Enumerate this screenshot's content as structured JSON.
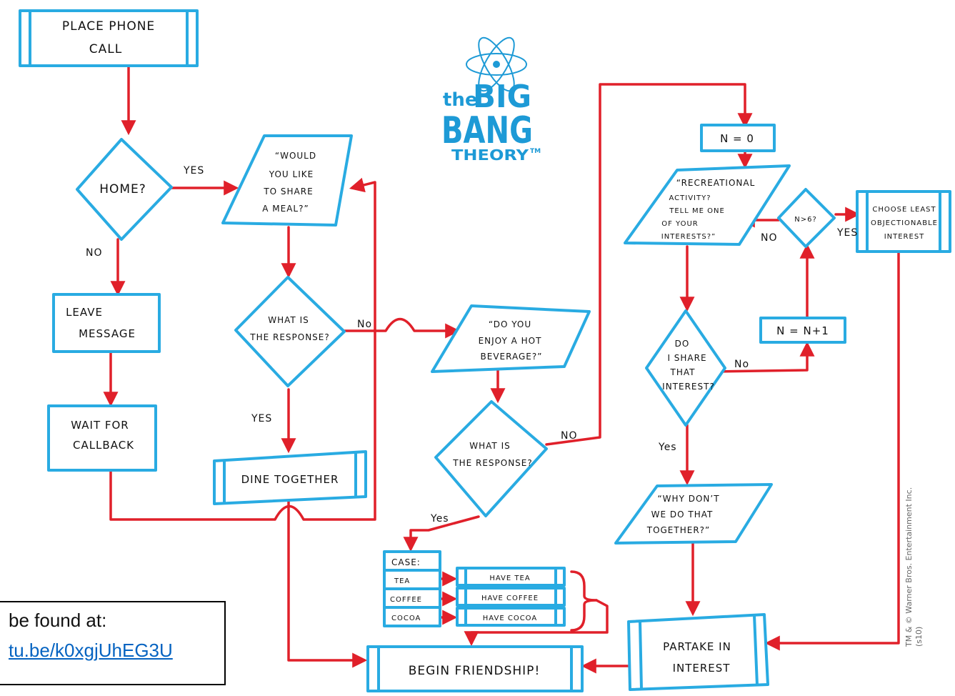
{
  "nodes": {
    "place_call": [
      "PLACE PHONE",
      "CALL"
    ],
    "home": "HOME?",
    "share_meal": [
      "“WOULD",
      "YOU LIKE",
      "TO SHARE",
      "A MEAL?”"
    ],
    "leave_msg": [
      "LEAVE",
      "MESSAGE"
    ],
    "wait_callback": [
      "WAIT FOR",
      "CALLBACK"
    ],
    "response1": [
      "WHAT IS",
      "THE RESPONSE?"
    ],
    "dine": "DINE TOGETHER",
    "hot_beverage": [
      "“DO YOU",
      "ENJOY A HOT",
      "BEVERAGE?”"
    ],
    "response2": [
      "WHAT IS",
      "THE RESPONSE?"
    ],
    "case_head": "CASE:",
    "case_items": [
      "TEA",
      "COFFEE",
      "COCOA"
    ],
    "have_items": [
      "HAVE TEA",
      "HAVE COFFEE",
      "HAVE COCOA"
    ],
    "begin": "BEGIN FRIENDSHIP!",
    "n0": "N = 0",
    "recreational": [
      "“RECREATIONAL",
      "ACTIVITY?",
      "TELL ME ONE",
      "OF YOUR",
      "INTERESTS?”"
    ],
    "n_gt_6": "N>6?",
    "least": [
      "CHOOSE LEAST",
      "OBJECTIONABLE",
      "INTEREST"
    ],
    "share_interest": [
      "DO",
      "I SHARE",
      "THAT",
      "INTEREST?"
    ],
    "n_inc": "N = N+1",
    "why_dont": [
      "“WHY DON’T",
      "WE DO THAT",
      "TOGETHER?”"
    ],
    "partake": [
      "PARTAKE IN",
      "INTEREST"
    ]
  },
  "edges": {
    "yes": "YES",
    "no": "NO",
    "yes_alt": "Yes",
    "no_alt": "No"
  },
  "logo": {
    "the": "the",
    "big": "BIG",
    "bang": "BANG",
    "theory": "THEORY",
    "tm": "TM"
  },
  "copyright": "TM & © Warner Bros. Entertainment Inc.",
  "copyright_code": "(s10)",
  "caption": {
    "line1": "be found at:",
    "link": "tu.be/k0xgjUhEG3U"
  },
  "colors": {
    "shape_stroke": "#29abe2",
    "arrow": "#e0202a",
    "logo": "#1d9ad6",
    "link": "#0563c1"
  }
}
